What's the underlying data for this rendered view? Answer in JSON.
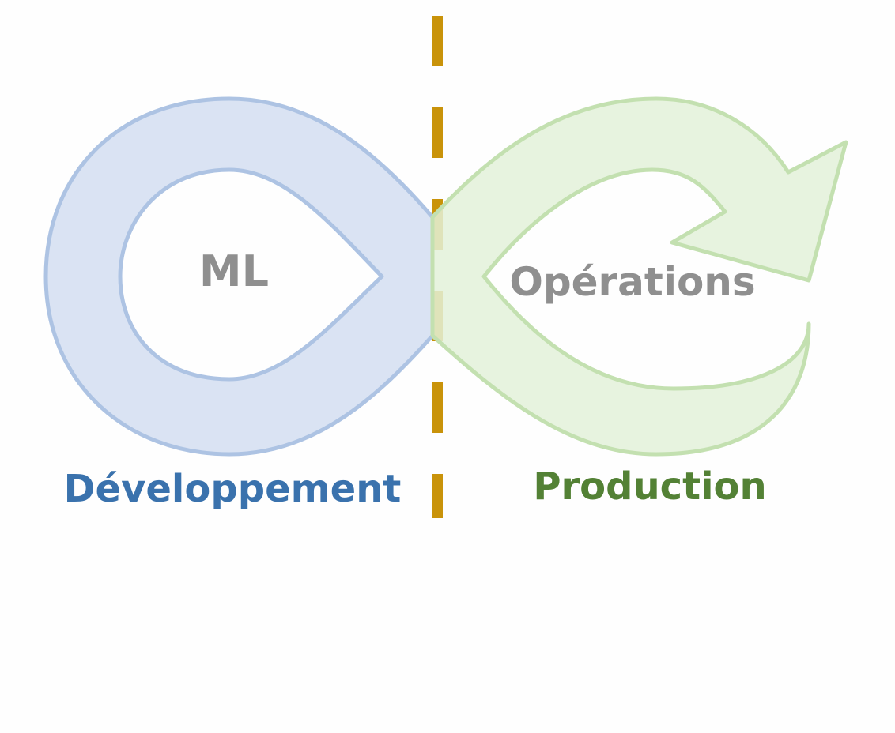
{
  "left_loop": {
    "inner_text": "ML",
    "caption": "Développement"
  },
  "right_loop": {
    "inner_text": "Opérations",
    "caption": "Production"
  },
  "colors": {
    "left_fill": "#dae3f3",
    "left_stroke": "#adc3e3",
    "left_caption": "#3a72ad",
    "right_fill": "#e3f1d9",
    "right_stroke": "#c3e0b0",
    "right_caption": "#538135",
    "inner_text": "#8f8f8f",
    "divider": "#c9930a"
  }
}
